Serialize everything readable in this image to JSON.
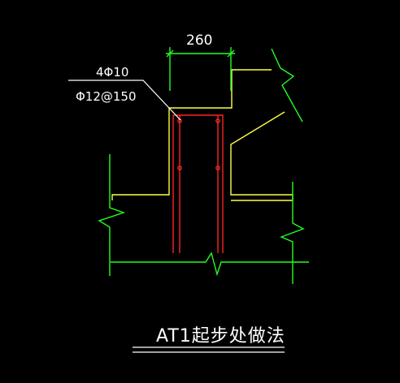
{
  "drawing": {
    "dimension_label": "260",
    "rebar_main_label": "4Φ10",
    "rebar_stirrup_label": "Φ12@150",
    "title": "AT1起步处做法"
  },
  "colors": {
    "background": "#000000",
    "concrete_outline": "#ffff44",
    "dimension_and_break_lines": "#22ff22",
    "rebar": "#ff2222",
    "text_and_leader": "#ffffff"
  }
}
